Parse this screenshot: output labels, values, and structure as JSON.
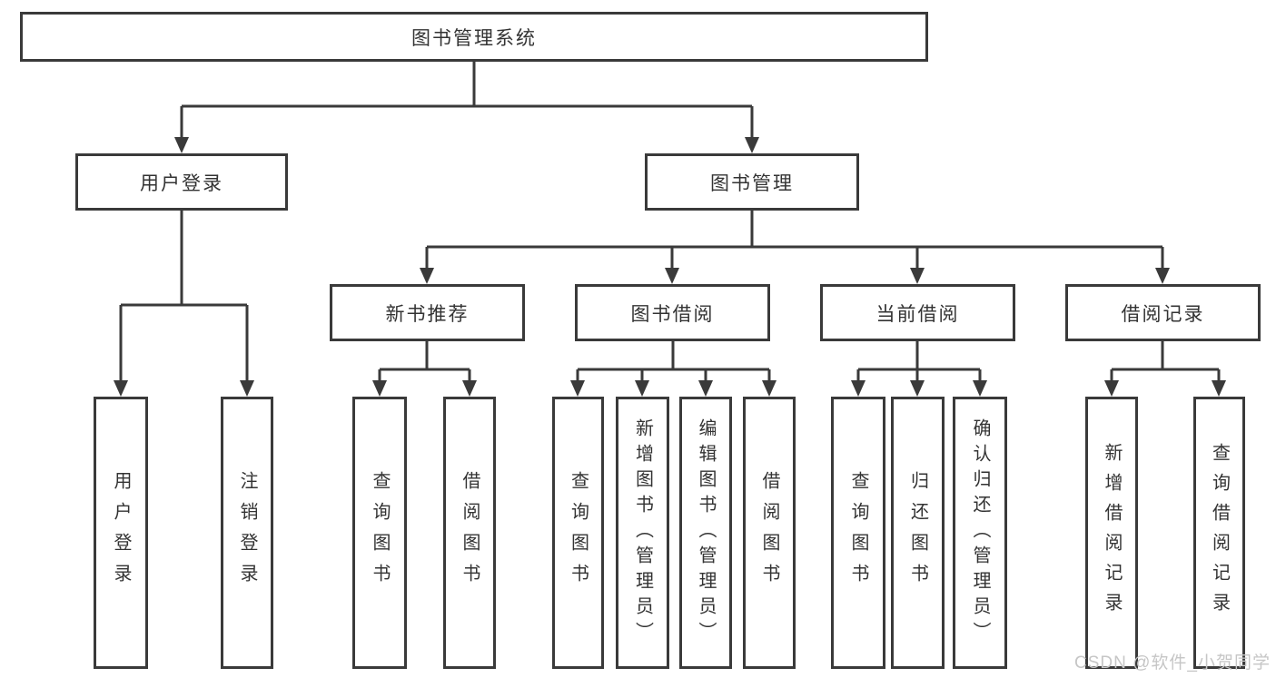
{
  "nodes": {
    "root": "图书管理系统",
    "user_login": "用户登录",
    "book_mgmt": "图书管理",
    "new_books": "新书推荐",
    "book_borrow": "图书借阅",
    "current_borrow": "当前借阅",
    "borrow_records": "借阅记录",
    "ul_login": "用户登录",
    "ul_logout": "注销登录",
    "nb_query": "查询图书",
    "nb_borrow": "借阅图书",
    "bb_query": "查询图书",
    "bb_add": "新增图书（管理员）",
    "bb_edit": "编辑图书（管理员）",
    "bb_borrow": "借阅图书",
    "cb_query": "查询图书",
    "cb_return": "归还图书",
    "cb_confirm": "确认归还（管理员）",
    "br_add": "新增借阅记录",
    "br_query": "查询借阅记录"
  },
  "watermark": "CSDN @软件_小贺同学",
  "colors": {
    "line": "#3a3a3a",
    "text": "#333333",
    "watermark": "#c6c6c6",
    "background": "#ffffff"
  }
}
